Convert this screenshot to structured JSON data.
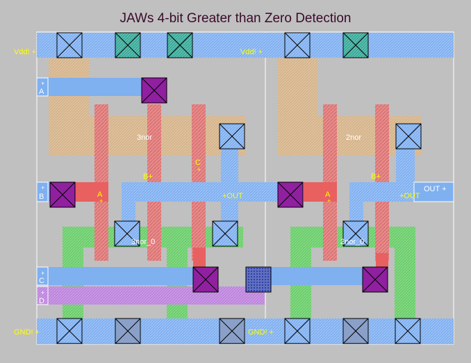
{
  "title": "JAWs 4-bit Greater than Zero Detection",
  "colors": {
    "background": "#c0c0c0",
    "metal1": "#7fb0f0",
    "metal1_hatch": "#a8c8f8",
    "poly": "#f08080",
    "poly_hatch": "#e07070",
    "diffusion": "#d8b890",
    "metal2": "#c080e0",
    "nwell_green": "#70d070",
    "label_yellow": "#ffff00",
    "label_white": "#ffffff",
    "via_purple": "#9020a0",
    "contact_teal": "#40b0a0",
    "outline": "#ffffff"
  },
  "labels": {
    "vdd_left": "Vdd! +",
    "vdd_right": "Vdd! +",
    "gnd_left": "GND! +",
    "gnd_right": "GND! +",
    "pin_a": "A",
    "pin_b": "B",
    "pin_c": "C",
    "pin_d": "D",
    "plus": "+",
    "cell_3nor": "3nor",
    "cell_2nor": "2nor",
    "cell_3nor_0": "3nor_0",
    "cell_2nor_0": "2nor_0",
    "port_b_plus": "B+",
    "port_c_plus": "C",
    "out_left": "+OUT",
    "out_right": "+OUT",
    "out_port": "OUT +",
    "poly_a_left": "A",
    "poly_a_right": "A"
  },
  "icons": {
    "contact": "contact-cross-icon",
    "via": "via-cross-icon"
  }
}
